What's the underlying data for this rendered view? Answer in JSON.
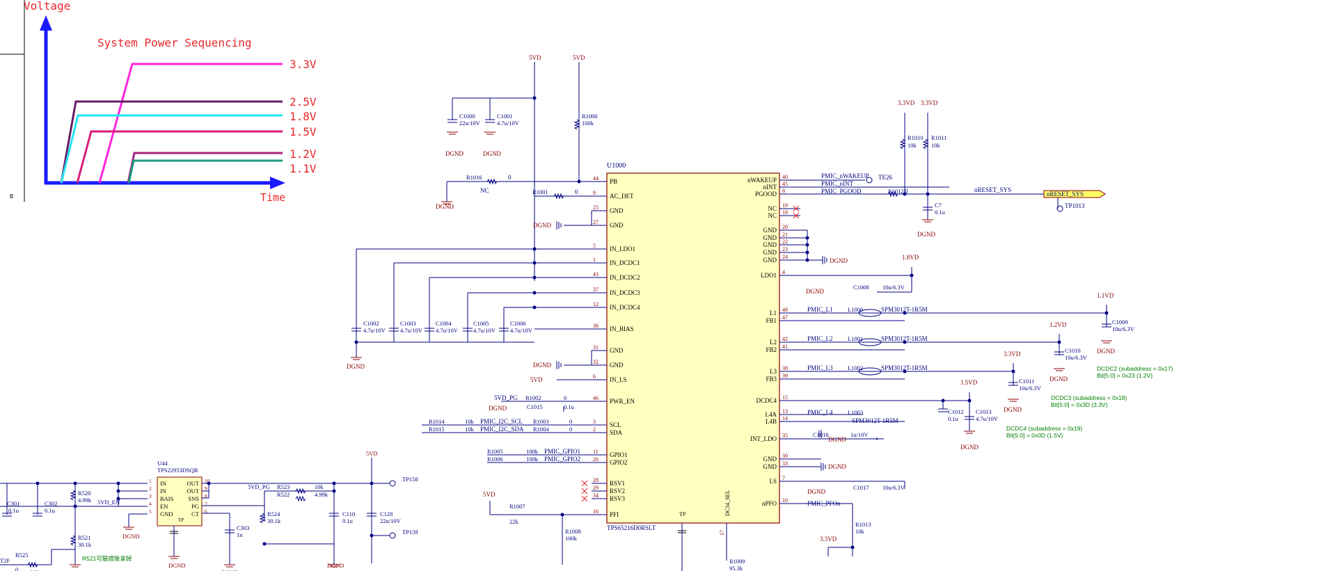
{
  "timing": {
    "axis_y_label": "Voltage",
    "axis_x_label": "Time",
    "title": "System Power Sequencing",
    "sheet_zone": "B",
    "rails": [
      {
        "label": "3.3V",
        "color": "#ff22dd"
      },
      {
        "label": "2.5V",
        "color": "#6a1b66"
      },
      {
        "label": "1.8V",
        "color": "#22e6f0"
      },
      {
        "label": "1.5V",
        "color": "#d81b7a"
      },
      {
        "label": "1.2V",
        "color": "#a8227e"
      },
      {
        "label": "1.1V",
        "color": "#1a9a7c"
      }
    ]
  },
  "pmic": {
    "ref": "U1000",
    "part": "TPS65216D0RSLT",
    "pins_left": [
      {
        "num": "44",
        "name": "PB"
      },
      {
        "num": "9",
        "name": "AC_DET"
      },
      {
        "num": "25",
        "name": "GND"
      },
      {
        "num": "27",
        "name": "GND"
      },
      {
        "num": "5",
        "name": "IN_LDO1"
      },
      {
        "num": "1",
        "name": "IN_DCDC1"
      },
      {
        "num": "43",
        "name": "IN_DCDC2"
      },
      {
        "num": "37",
        "name": "IN_DCDC3"
      },
      {
        "num": "12",
        "name": "IN_DCDC4"
      },
      {
        "num": "36",
        "name": "IN_BIAS"
      },
      {
        "num": "31",
        "name": "GND"
      },
      {
        "num": "32",
        "name": "GND"
      },
      {
        "num": "6",
        "name": "IN_LS"
      },
      {
        "num": "46",
        "name": "PWR_EN"
      },
      {
        "num": "3",
        "name": "SCL"
      },
      {
        "num": "2",
        "name": "SDA"
      },
      {
        "num": "11",
        "name": "GPIO1"
      },
      {
        "num": "26",
        "name": "GPIO2"
      },
      {
        "num": "28",
        "name": "RSV1"
      },
      {
        "num": "29",
        "name": "RSV2"
      },
      {
        "num": "34",
        "name": "RSV3"
      },
      {
        "num": "16",
        "name": "PFI"
      }
    ],
    "pins_right": [
      {
        "num": "40",
        "name": "nWAKEUP"
      },
      {
        "num": "45",
        "name": "nINT"
      },
      {
        "num": "8",
        "name": "PGOOD"
      },
      {
        "num": "19",
        "name": "NC"
      },
      {
        "num": "18",
        "name": "NC"
      },
      {
        "num": "20",
        "name": "GND"
      },
      {
        "num": "21",
        "name": "GND"
      },
      {
        "num": "22",
        "name": "GND"
      },
      {
        "num": "23",
        "name": "GND"
      },
      {
        "num": "24",
        "name": "GND"
      },
      {
        "num": "4",
        "name": "LDO1"
      },
      {
        "num": "48",
        "name": "L1"
      },
      {
        "num": "47",
        "name": "FB1"
      },
      {
        "num": "42",
        "name": "L2"
      },
      {
        "num": "41",
        "name": "FB2"
      },
      {
        "num": "38",
        "name": "L3"
      },
      {
        "num": "39",
        "name": "FB3"
      },
      {
        "num": "15",
        "name": "DCDC4"
      },
      {
        "num": "13",
        "name": "L4A"
      },
      {
        "num": "14",
        "name": "L4B"
      },
      {
        "num": "35",
        "name": "INT_LDO"
      },
      {
        "num": "30",
        "name": "GND"
      },
      {
        "num": "33",
        "name": "GND"
      },
      {
        "num": "7",
        "name": "LS"
      },
      {
        "num": "10",
        "name": "nPFO"
      }
    ],
    "bottom_pins": {
      "tp": "TP",
      "dc34": "DC34_SEL",
      "pin17": "17"
    }
  },
  "labels": {
    "pwr_5vd": "5VD",
    "pwr_3v3": "3.3VD",
    "pwr_1v8": "1.8VD",
    "pwr_1v1": "1.1VD",
    "pwr_1v2": "1.2VD",
    "pwr_1v5": "1.5VD",
    "pwr_3v3_plain": "3.3VD",
    "pwr_5vd_arrow": "5VD",
    "gnd": "DGND",
    "nc": "NC",
    "zero": "0",
    "net_nwakeup": "PMIC_nWAKEUP",
    "net_nint": "PMIC_nINT",
    "net_pgood": "PMIC_PGOOD",
    "net_nreset": "nRESET_SYS",
    "net_nreset_port": "nRESET_SYS",
    "te26": "TE26",
    "tp1013": "TP1013",
    "net_l1": "PMIC_L1",
    "net_l2": "PMIC_L2",
    "net_l3": "PMIC_L3",
    "net_l4": "PMIC_L4",
    "net_5vd_pg": "5VD_PG",
    "net_scl": "PMIC_I2C_SCL",
    "net_sda": "PMIC_I2C_SDA",
    "net_gpio1": "PMIC_GPIO1",
    "net_gpio2": "PMIC_GPIO2",
    "net_pfon": "PMIC_PFOn",
    "inductor_part": "SPM3012T-1R5M",
    "note_dcdc2_a": "DCDC2 (subaddress = 0x17)",
    "note_dcdc2_b": "Bit[5:0] = 0x23 (1.2V)",
    "note_dcdc3_a": "DCDC3 (subaddress = 0x18)",
    "note_dcdc3_b": "Bit[5:0] = 0x3D (3.3V)",
    "note_dcdc4_a": "DCDC4 (subaddress = 0x19)",
    "note_dcdc4_b": "Bit[5:0] = 0x0D (1.5V)",
    "note_r521": "R521可驗證後拿掉"
  },
  "refs": {
    "c1000": "C1000",
    "c1000_v": "22u/10V",
    "c1001": "C1001",
    "c1001_v": "4.7u/10V",
    "r1000": "R1000",
    "r1000_v": "100k",
    "r1016": "R1016",
    "r1001": "R1001",
    "r1010": "R1010",
    "r1010_v": "10k",
    "r1011": "R1011",
    "r1011_v": "10k",
    "r1012": "R1012",
    "c7": "C7",
    "c7_v": "0.1u",
    "c1002": "C1002",
    "c1002_v": "4.7u/10V",
    "c1003": "C1003",
    "c1003_v": "4.7u/10V",
    "c1004": "C1004",
    "c1004_v": "4.7u/10V",
    "c1005": "C1005",
    "c1005_v": "4.7u/10V",
    "c1006": "C1006",
    "c1006_v": "4.7u/10V",
    "c1008": "C1008",
    "c1008_v": "10u/6.3V",
    "l1000": "L1000",
    "l1001": "L1001",
    "l1002": "L1002",
    "l1003": "L1003",
    "c1009": "C1009",
    "c1009_v": "10u/6.3V",
    "c1010": "C1010",
    "c1010_v": "10u/6.3V",
    "c1011": "C1011",
    "c1011_v": "10u/6.3V",
    "c1012": "C1012",
    "c1012_v": "0.1u",
    "c1013": "C1013",
    "c1013_v": "4.7u/10V",
    "c1016": "C1016",
    "c1016_v": "1u/10V",
    "c1017": "C1017",
    "c1017_v": "10u/6.3V",
    "r1002": "R1002",
    "c1015": "C1015",
    "c1015_v": "0.1u",
    "r1014": "R1014",
    "r1015": "R1015",
    "r1003": "R1003",
    "r1004": "R1004",
    "r1005": "R1005",
    "r1006": "R1006",
    "r1007": "R1007",
    "r1007_v": "22k",
    "r1008": "R1008",
    "r1008_v": "100k",
    "r1009": "R1009",
    "r1009_v": "95.3k",
    "r1013": "R1013",
    "r1013_v": "10k",
    "v10k": "10k",
    "v100k": "100k",
    "u44": "U44",
    "u44_part": "TPS22953DSQR",
    "c301": "C301",
    "c301_v": "0.1u",
    "c302": "C302",
    "c302_v": "0.1u",
    "r520": "R520",
    "r520_v": "4.99k",
    "r521": "R521",
    "r521_v": "30.1k",
    "r525": "R525",
    "r525_v": "0",
    "r523": "R523",
    "r523_v": "10k",
    "r522": "R522",
    "r522_v": "4.99k",
    "r524": "R524",
    "r524_v": "30.1k",
    "c303": "C303",
    "c303_v": "1n",
    "c110": "C110",
    "c110_v": "0.1u",
    "c128": "C128",
    "c128_v": "22u/10V",
    "tp158": "TP158",
    "tp159": "TP159",
    "net_5vd_en": "5VD_EN",
    "net_5vd_pg2": "5VD_PG",
    "t2f": "T2F"
  },
  "u44_pins": {
    "left": [
      {
        "num": "1",
        "name": "IN"
      },
      {
        "num": "2",
        "name": "IN"
      },
      {
        "num": "3",
        "name": "BAIS"
      },
      {
        "num": "4",
        "name": "EN"
      },
      {
        "num": "5",
        "name": "GND"
      }
    ],
    "right": [
      {
        "num": "10",
        "name": "OUT"
      },
      {
        "num": "9",
        "name": "OUT"
      },
      {
        "num": "8",
        "name": "SNS"
      },
      {
        "num": "7",
        "name": "PG"
      },
      {
        "num": "6",
        "name": "CT"
      }
    ],
    "tp": "TP"
  }
}
